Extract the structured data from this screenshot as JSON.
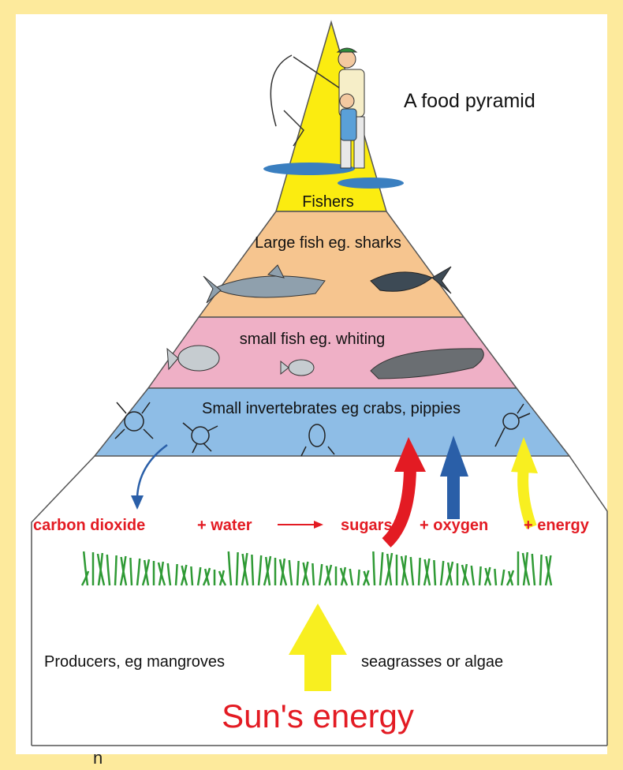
{
  "title": "A food pyramid",
  "levels": [
    {
      "label": "Fishers",
      "color": "#fbec10"
    },
    {
      "label": "Large fish eg. sharks",
      "color": "#f6c58f"
    },
    {
      "label": "small fish  eg. whiting",
      "color": "#efb0c6"
    },
    {
      "label": "Small invertebrates eg crabs, pippies",
      "color": "#8ebde6"
    }
  ],
  "equation": {
    "carbon_dioxide": "carbon dioxide",
    "water": "+ water",
    "sugars": "sugars",
    "oxygen": "+ oxygen",
    "energy": "+ energy",
    "color": "#e31b23"
  },
  "producers": {
    "left": "Producers, eg mangroves",
    "right": "seagrasses or algae"
  },
  "sun_energy": "Sun's energy",
  "stray_text": "n",
  "colors": {
    "background": "#fdea9c",
    "panel": "#ffffff",
    "arrow_red": "#e31b23",
    "arrow_blue": "#2a5fa8",
    "arrow_yellow": "#f8ef20",
    "grass": "#2f9a35",
    "shark": "#8fa0ad",
    "tuna": "#3d4a55"
  }
}
